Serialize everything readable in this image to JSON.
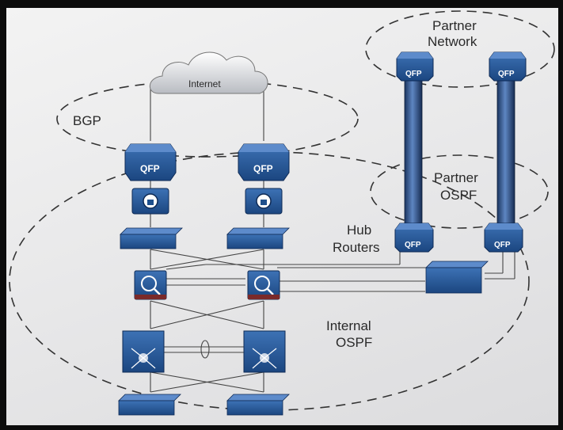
{
  "labels": {
    "internet": "Internet",
    "bgp": "BGP",
    "partner_network_line1": "Partner",
    "partner_network_line2": "Network",
    "partner_ospf_line1": "Partner",
    "partner_ospf_line2": "OSPF",
    "hub_routers_line1": "Hub",
    "hub_routers_line2": "Routers",
    "internal_ospf_line1": "Internal",
    "internal_ospf_line2": "OSPF"
  },
  "devices": {
    "qfp_label": "QFP"
  },
  "colors": {
    "device_blue": "#1e4f8c",
    "device_blue_light": "#3f74b8",
    "background": "#ececed",
    "line": "#444444"
  }
}
